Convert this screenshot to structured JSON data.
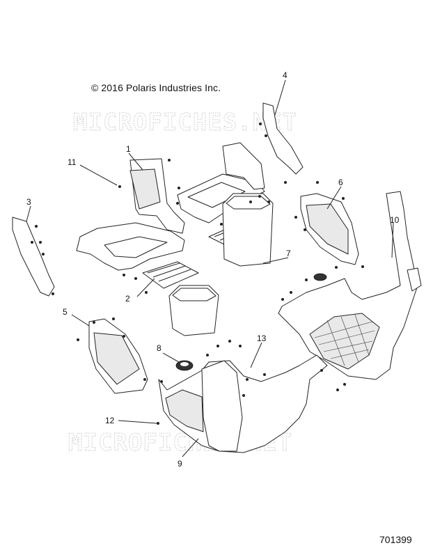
{
  "copyright": "© 2016 Polaris Industries Inc.",
  "drawing_number": "701399",
  "watermark": "MICROFICHES.NET",
  "callouts": [
    "1",
    "2",
    "3",
    "4",
    "5",
    "6",
    "7",
    "8",
    "9",
    "10",
    "11",
    "12",
    "13"
  ]
}
